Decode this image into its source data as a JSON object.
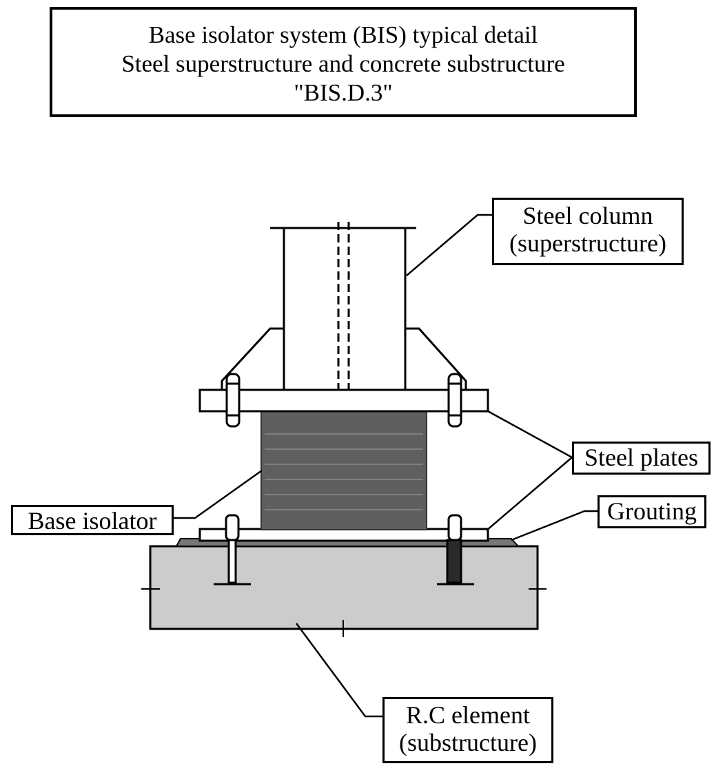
{
  "title": {
    "line1": "Base isolator system (BIS) typical detail",
    "line2": "Steel superstructure and concrete substructure",
    "line3": "\"BIS.D.3\""
  },
  "labels": {
    "steel_column_line1": "Steel column",
    "steel_column_line2": "(superstructure)",
    "steel_plates": "Steel plates",
    "grouting": "Grouting",
    "base_isolator": "Base isolator",
    "rc_element_line1": "R.C element",
    "rc_element_line2": "(substructure)"
  },
  "colors": {
    "line": "#000000",
    "isolator_fill": "#5f5f5f",
    "concrete_fill": "#cccccc",
    "grout_fill": "#777777",
    "background": "#ffffff"
  }
}
